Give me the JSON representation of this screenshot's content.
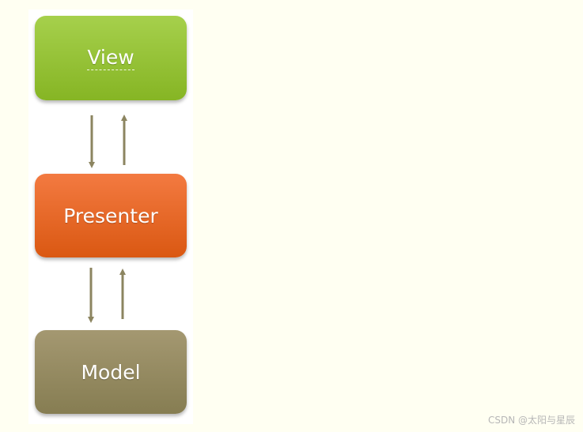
{
  "diagram": {
    "nodes": [
      {
        "id": "view",
        "label": "View"
      },
      {
        "id": "presenter",
        "label": "Presenter"
      },
      {
        "id": "model",
        "label": "Model"
      }
    ],
    "edges": [
      {
        "from": "view",
        "to": "presenter"
      },
      {
        "from": "presenter",
        "to": "view"
      },
      {
        "from": "presenter",
        "to": "model"
      },
      {
        "from": "model",
        "to": "presenter"
      }
    ],
    "colors": {
      "view": "#94c234",
      "presenter": "#e8692a",
      "model": "#958b60",
      "arrow": "#8c8560",
      "background": "#fffff2"
    }
  },
  "watermark": "CSDN @太阳与星辰"
}
